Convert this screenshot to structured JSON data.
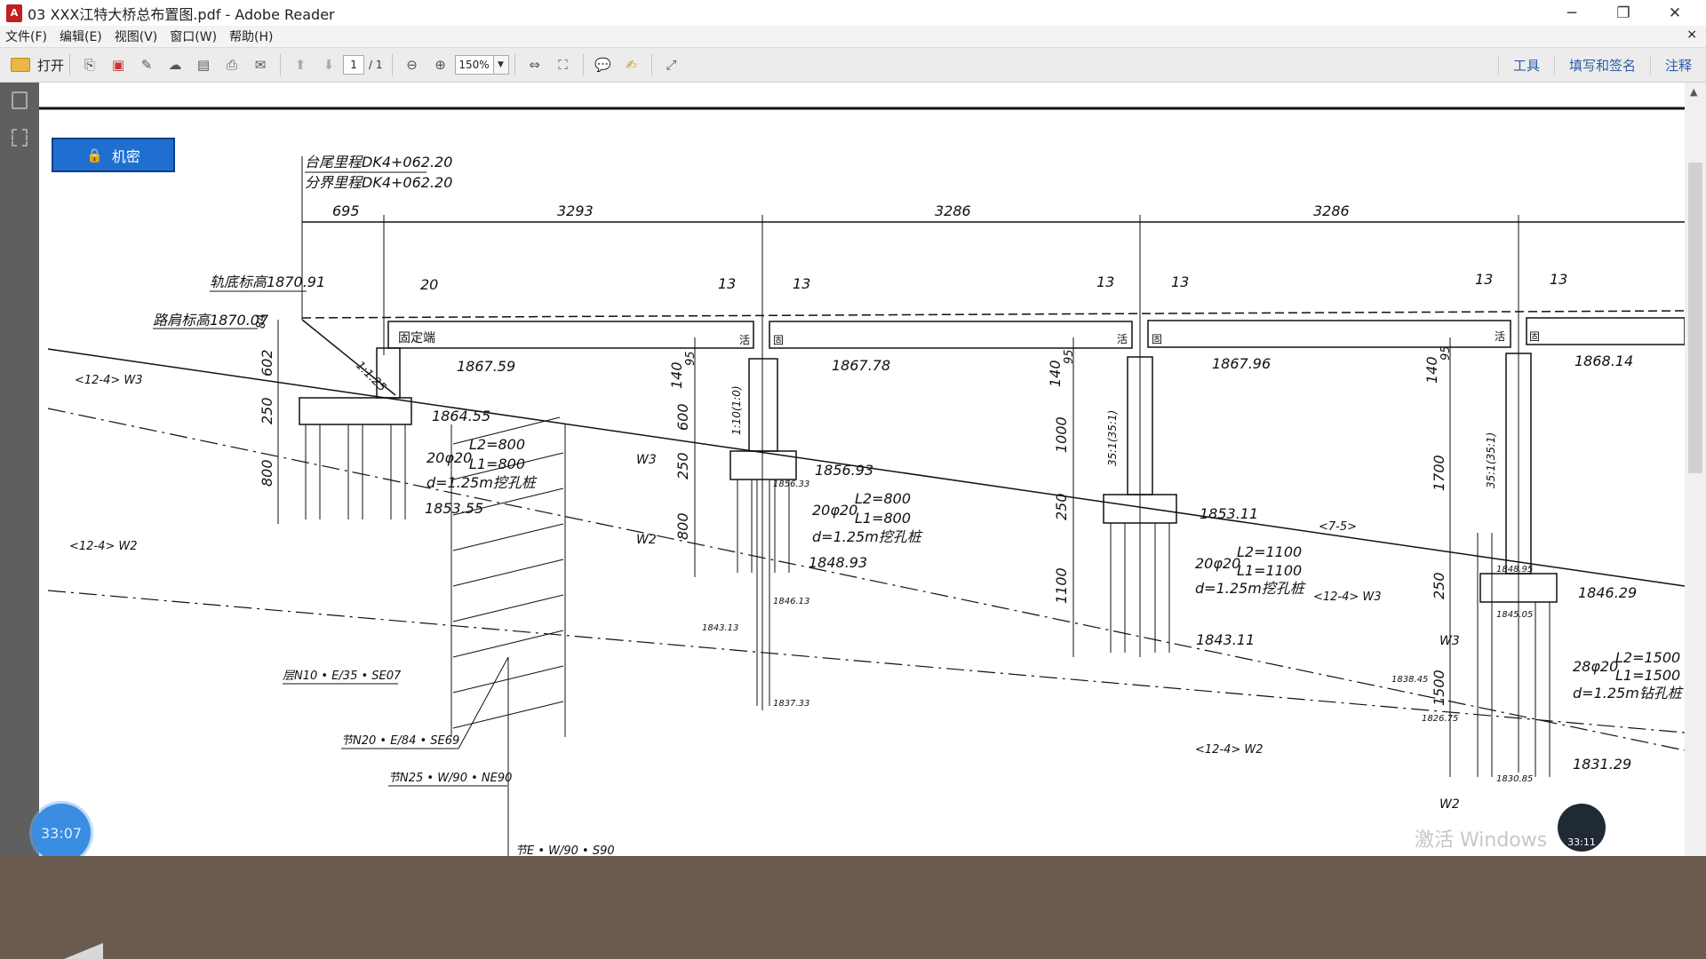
{
  "window": {
    "title": "03 XXX江特大桥总布置图.pdf - Adobe Reader",
    "app_icon": "pdf-icon",
    "minimize": "─",
    "restore": "❐",
    "close": "✕"
  },
  "menu": {
    "items": [
      "文件(F)",
      "编辑(E)",
      "视图(V)",
      "窗口(W)",
      "帮助(H)"
    ],
    "close": "×"
  },
  "toolbar": {
    "open_label": "打开",
    "page_current": "1",
    "page_total": "/ 1",
    "zoom": "150%",
    "tools": "工具",
    "sign": "填写和签名",
    "comment": "注释"
  },
  "badge": {
    "label": "机密"
  },
  "overlay": {
    "timer_left": "33:07",
    "timer_right": "33:11",
    "watermark": "激活 Windows"
  },
  "drawing": {
    "headers": [
      "台尾里程DK4+062.20",
      "分界里程DK4+062.20"
    ],
    "spans": [
      "695",
      "3293",
      "3286",
      "3286"
    ],
    "elev_labels": [
      "轨底标高1870.91",
      "路肩标高1870.07"
    ],
    "dims": [
      "20",
      "13",
      "13",
      "13",
      "13",
      "13",
      "13",
      "84",
      "602",
      "250",
      "800",
      "140",
      "95",
      "600",
      "250",
      "800",
      "140",
      "95",
      "1000",
      "250",
      "1100",
      "140",
      "95",
      "1700",
      "250",
      "1500"
    ],
    "fixed_end": "固定端",
    "slope": "1:1.25",
    "pier_slope": "1:10(1:0)",
    "pier_slope2": "35:1(35:1)",
    "pier_slope3": "35:1(35:1)",
    "slide_glyph": "活",
    "fixed_glyph": "固",
    "elevations": [
      "1867.59",
      "1864.55",
      "1853.55",
      "1867.78",
      "1856.93",
      "1848.93",
      "1867.96",
      "1853.11",
      "1843.11",
      "1868.14",
      "1846.29",
      "1831.29"
    ],
    "small_elev": [
      "1856.33",
      "1846.13",
      "1843.13",
      "1837.33",
      "1848.95",
      "1845.05",
      "1838.45",
      "1830.85",
      "1826.75"
    ],
    "pile_groups": [
      {
        "count": "20φ20",
        "l2": "L2=800",
        "l1": "L1=800",
        "d": "d=1.25m挖孔桩"
      },
      {
        "count": "20φ20",
        "l2": "L2=800",
        "l1": "L1=800",
        "d": "d=1.25m挖孔桩"
      },
      {
        "count": "20φ20",
        "l2": "L2=1100",
        "l1": "L1=1100",
        "d": "d=1.25m挖孔桩"
      },
      {
        "count": "28φ20",
        "l2": "L2=1500",
        "l1": "L1=1500",
        "d": "d=1.25m钻孔桩"
      }
    ],
    "soil": [
      "<12-4> W3",
      "<12-4> W2",
      "<7-5>",
      "<12-4> W3",
      "<12-4> W2"
    ],
    "water": [
      "W3",
      "W2",
      "W3",
      "W2"
    ],
    "geo": [
      "层N10 • E/35 • SE07",
      "节N20 • E/84 • SE69",
      "节N25 • W/90 • NE90",
      "节E • W/90 • S90"
    ]
  }
}
